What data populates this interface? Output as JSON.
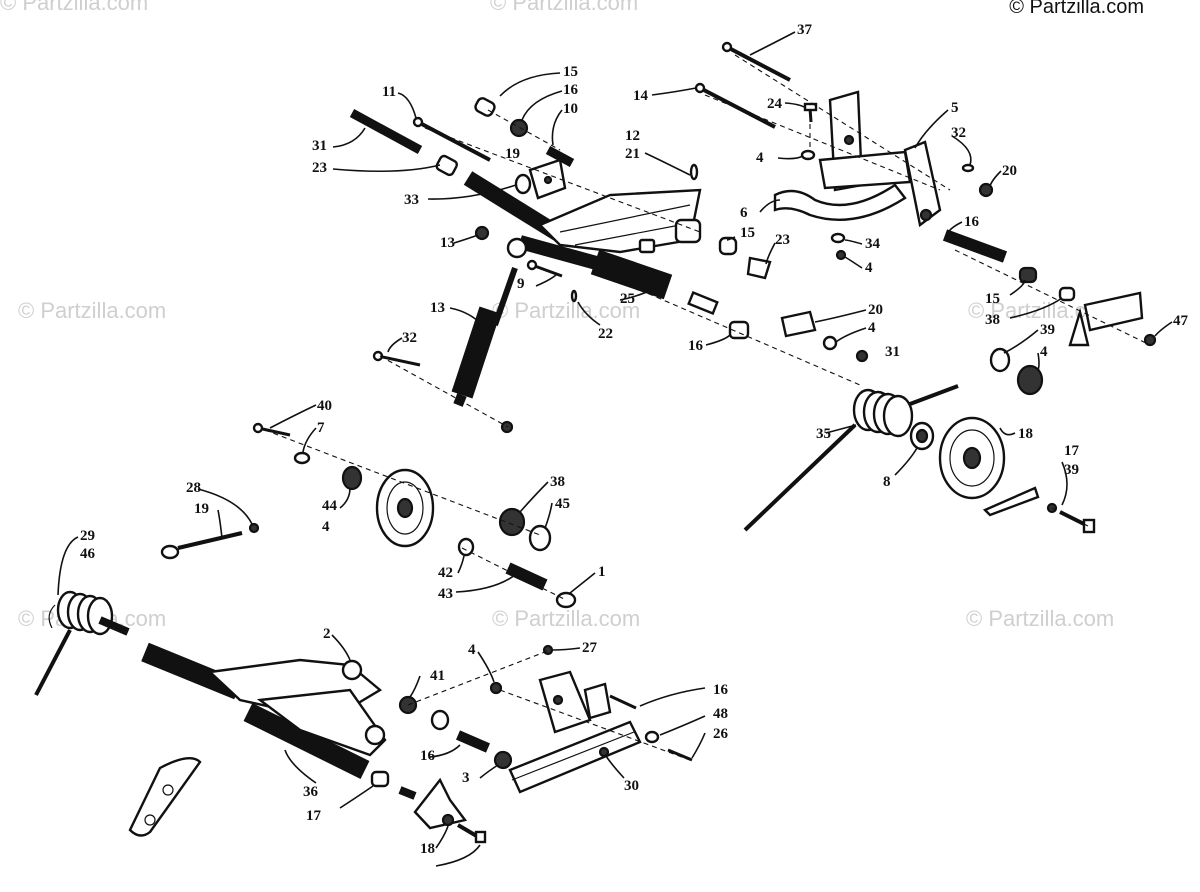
{
  "copyright": "© Partzilla.com",
  "watermark": "© Partzilla.com",
  "callouts": [
    "37",
    "15",
    "16",
    "10",
    "11",
    "14",
    "24",
    "5",
    "32",
    "12",
    "21",
    "19",
    "31",
    "23",
    "4",
    "20",
    "33",
    "6",
    "16",
    "15",
    "23",
    "34",
    "4",
    "13",
    "9",
    "25",
    "13",
    "32",
    "22",
    "20",
    "4",
    "31",
    "16",
    "15",
    "38",
    "39",
    "4",
    "47",
    "40",
    "7",
    "35",
    "8",
    "18",
    "17",
    "39",
    "38",
    "45",
    "44",
    "4",
    "28",
    "19",
    "29",
    "46",
    "42",
    "43",
    "1",
    "2",
    "4",
    "27",
    "16",
    "41",
    "48",
    "26",
    "16",
    "3",
    "30",
    "36",
    "17",
    "18"
  ]
}
